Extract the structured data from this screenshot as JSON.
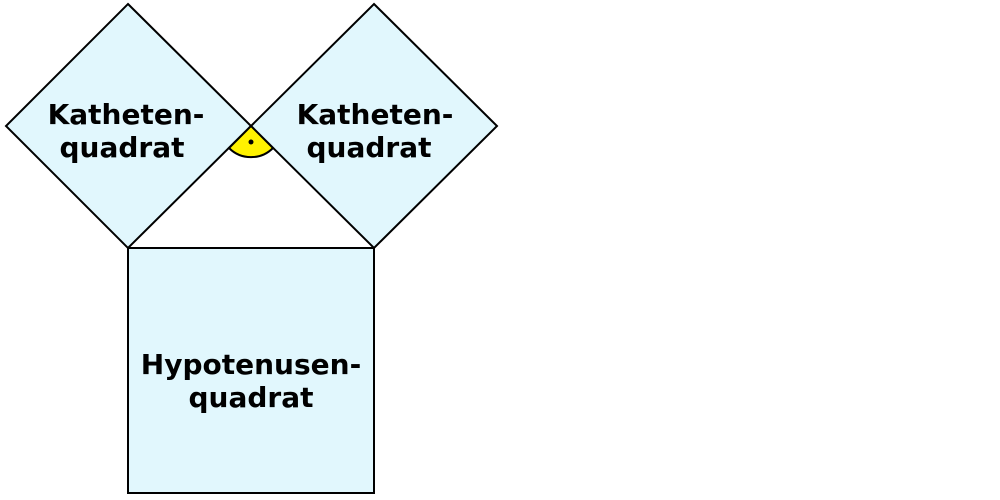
{
  "labels": {
    "left_square": [
      "Katheten-",
      "quadrat"
    ],
    "right_square": [
      "Katheten-",
      "quadrat"
    ],
    "hypotenuse_square": [
      "Hypotenusen-",
      "quadrat"
    ]
  },
  "colors": {
    "fill": "#e1f7fd",
    "stroke": "#000000",
    "angle": "#fff200"
  }
}
